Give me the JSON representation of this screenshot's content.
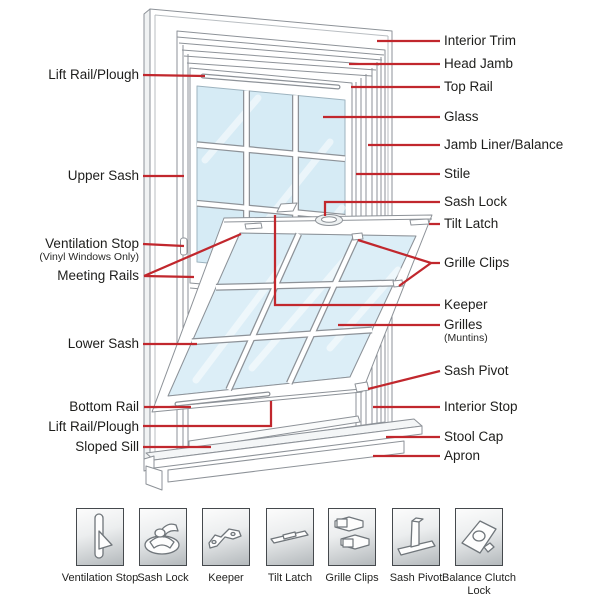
{
  "diagram_title": "Double-hung window parts diagram",
  "colors": {
    "leader_line": "#c1272d",
    "label_text": "#1e1e1c",
    "glass": "#d6ebf5",
    "outline": "#8d9298",
    "thumbnail_border": "#45494d"
  },
  "labels": {
    "left": [
      {
        "text": "Lift Rail/Plough"
      },
      {
        "text": "Upper Sash"
      },
      {
        "text": "Ventilation Stop",
        "sub": "(Vinyl Windows Only)"
      },
      {
        "text": "Meeting Rails"
      },
      {
        "text": "Lower Sash"
      },
      {
        "text": "Bottom Rail"
      },
      {
        "text": "Lift Rail/Plough"
      },
      {
        "text": "Sloped Sill"
      }
    ],
    "right": [
      {
        "text": "Interior Trim"
      },
      {
        "text": "Head Jamb"
      },
      {
        "text": "Top Rail"
      },
      {
        "text": "Glass"
      },
      {
        "text": "Jamb Liner/Balance"
      },
      {
        "text": "Stile"
      },
      {
        "text": "Sash Lock"
      },
      {
        "text": "Tilt Latch"
      },
      {
        "text": "Grille Clips"
      },
      {
        "text": "Keeper"
      },
      {
        "text": "Grilles",
        "sub": "(Muntins)"
      },
      {
        "text": "Sash Pivot"
      },
      {
        "text": "Interior Stop"
      },
      {
        "text": "Stool Cap"
      },
      {
        "text": "Apron"
      }
    ]
  },
  "thumbnails": [
    {
      "label": "Ventilation Stop",
      "icon": "ventilation-stop-icon"
    },
    {
      "label": "Sash Lock",
      "icon": "sash-lock-icon"
    },
    {
      "label": "Keeper",
      "icon": "keeper-icon"
    },
    {
      "label": "Tilt Latch",
      "icon": "tilt-latch-icon"
    },
    {
      "label": "Grille Clips",
      "icon": "grille-clips-icon"
    },
    {
      "label": "Sash Pivot",
      "icon": "sash-pivot-icon"
    },
    {
      "label": "Balance Clutch Lock",
      "icon": "balance-clutch-lock-icon"
    }
  ]
}
